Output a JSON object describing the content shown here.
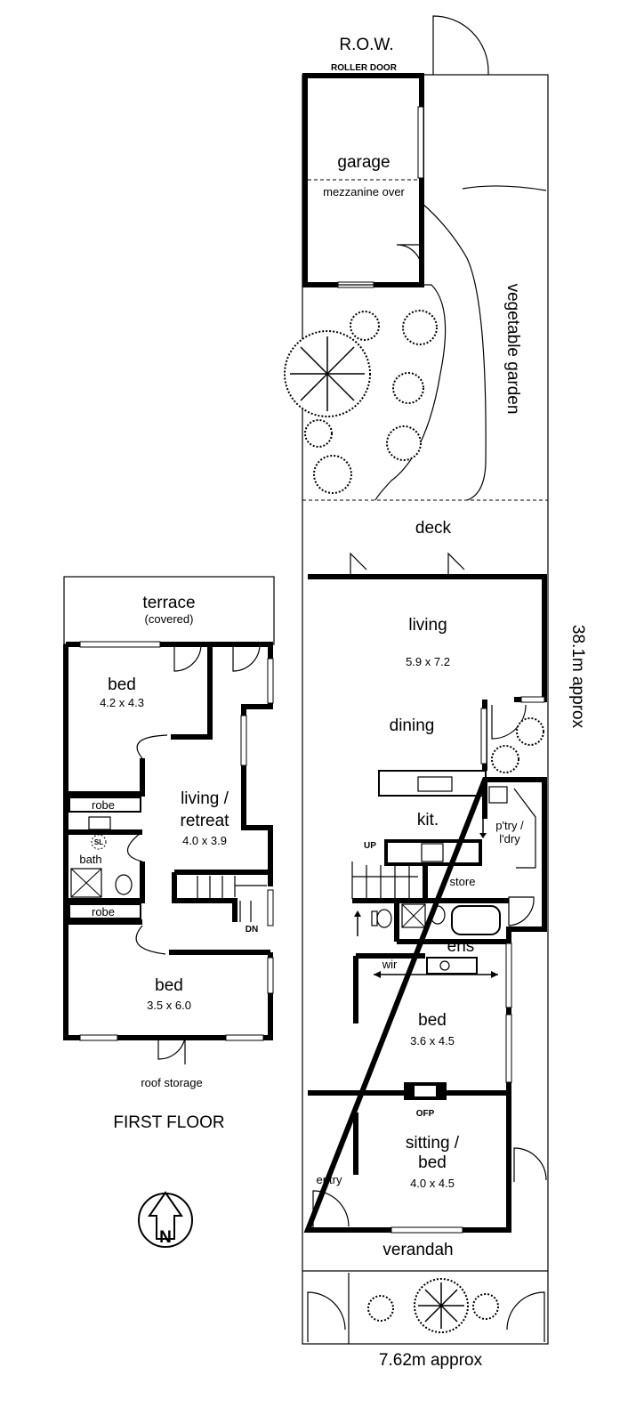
{
  "site": {
    "row": "R.O.W.",
    "roller_door": "ROLLER DOOR",
    "length": "38.1m approx",
    "width": "7.62m approx"
  },
  "ground": {
    "garage": "garage",
    "mezzanine": "mezzanine over",
    "vegetable_garden": "vegetable garden",
    "deck": "deck",
    "living": "living",
    "living_dim": "5.9 x 7.2",
    "dining": "dining",
    "kit": "kit.",
    "pantry_line1": "p'try /",
    "pantry_line2": "l'dry",
    "store": "store",
    "up": "UP",
    "ens": "ens",
    "wir": "wir",
    "bed": "bed",
    "bed_dim": "3.6 x 4.5",
    "ofp": "OFP",
    "sitting_line1": "sitting /",
    "sitting_line2": "bed",
    "sitting_dim": "4.0 x 4.5",
    "entry": "entry",
    "verandah": "verandah"
  },
  "first": {
    "title": "FIRST FLOOR",
    "terrace": "terrace",
    "terrace_note": "(covered)",
    "bed1": "bed",
    "bed1_dim": "4.2 x 4.3",
    "robe1": "robe",
    "sl": "SL",
    "bath": "bath",
    "robe2": "robe",
    "living_line1": "living /",
    "living_line2": "retreat",
    "living_dim": "4.0 x 3.9",
    "dn": "DN",
    "bed2": "bed",
    "bed2_dim": "3.5 x 6.0",
    "roof_storage": "roof storage"
  },
  "compass": {
    "north": "N"
  }
}
